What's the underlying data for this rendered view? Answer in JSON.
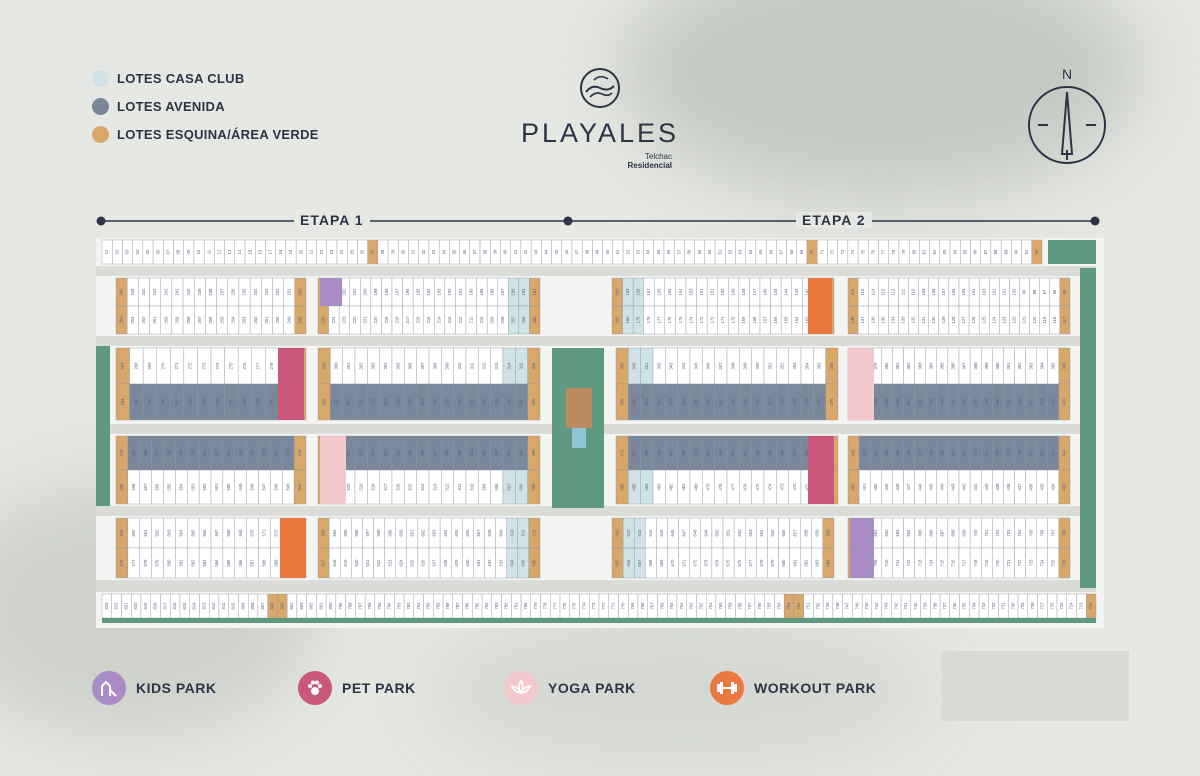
{
  "legend": {
    "items": [
      {
        "label": "LOTES CASA CLUB",
        "color": "#cfe3e6"
      },
      {
        "label": "LOTES AVENIDA",
        "color": "#7b889c"
      },
      {
        "label": "LOTES ESQUINA/ÁREA VERDE",
        "color": "#d9a76a"
      }
    ]
  },
  "logo": {
    "name": "PLAYALES",
    "location": "Telchac",
    "subtitle": "Residencial"
  },
  "compass": {
    "north_label": "N"
  },
  "stages": {
    "stage1": "ETAPA 1",
    "stage2": "ETAPA 2"
  },
  "amenities": [
    {
      "label": "KIDS PARK",
      "color": "#a98bc6",
      "icon": "kids-park-icon"
    },
    {
      "label": "PET PARK",
      "color": "#c9587a",
      "icon": "paw-icon"
    },
    {
      "label": "YOGA PARK",
      "color": "#f3c9cc",
      "icon": "lotus-icon"
    },
    {
      "label": "WORKOUT PARK",
      "color": "#e9783c",
      "icon": "dumbbell-icon"
    }
  ],
  "colors": {
    "lot_standard": "#ffffff",
    "lot_club": "#cfe3e6",
    "lot_avenue": "#7b889c",
    "lot_corner": "#d9a76a",
    "green_area": "#5f9a80",
    "street": "#d9dcd7",
    "border": "#8d96a4"
  },
  "map": {
    "top_row_start": 1,
    "top_row_end": 92,
    "bottom_row_start": 823,
    "bottom_row_end": 722
  }
}
